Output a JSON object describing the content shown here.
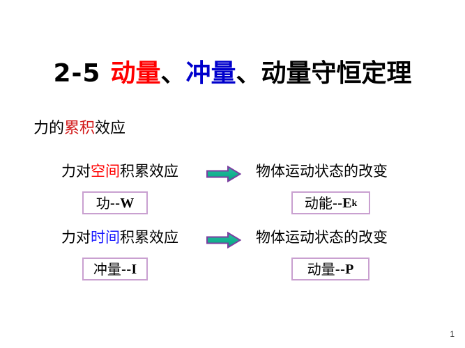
{
  "slide": {
    "page_number": "1",
    "background_color": "#ffffff",
    "title": {
      "prefix": "2-5",
      "part_red": "动量",
      "separator_1": "、",
      "part_blue": "冲量",
      "separator_2": "、",
      "part_black": "动量守恒定理",
      "red_color": "#ff0000",
      "blue_color": "#0000cc",
      "black_color": "#000000"
    },
    "subheading": {
      "lead": "力的",
      "highlight": "累积",
      "tail": "效应",
      "highlight_color": "#d21919"
    },
    "rows": [
      {
        "id": "space-row",
        "left_lead": "力对",
        "left_highlight": "空间",
        "left_tail": "积累效应",
        "left_highlight_color": "#ff0000",
        "arrow": "right-arrow-icon",
        "arrow_fill": "#19b596",
        "arrow_stroke": "#7b3fa0",
        "right_text": "物体运动状态的改变",
        "left_box": {
          "cjk": "功--",
          "latin": "W",
          "sub": "",
          "border_color": "#c9a0d0"
        },
        "right_box": {
          "cjk": "动能--",
          "latin": "E",
          "sub": "k",
          "border_color": "#c9a0d0"
        }
      },
      {
        "id": "time-row",
        "left_lead": "力对",
        "left_highlight": "时间",
        "left_tail": "积累效应",
        "left_highlight_color": "#1a1aff",
        "arrow": "right-arrow-icon",
        "arrow_fill": "#19b596",
        "arrow_stroke": "#7b3fa0",
        "right_text": "物体运动状态的改变",
        "left_box": {
          "cjk": "冲量--",
          "latin": "I",
          "sub": "",
          "border_color": "#c9a0d0"
        },
        "right_box": {
          "cjk": "动量--",
          "latin": "P",
          "sub": "",
          "border_color": "#c9a0d0"
        }
      }
    ]
  }
}
